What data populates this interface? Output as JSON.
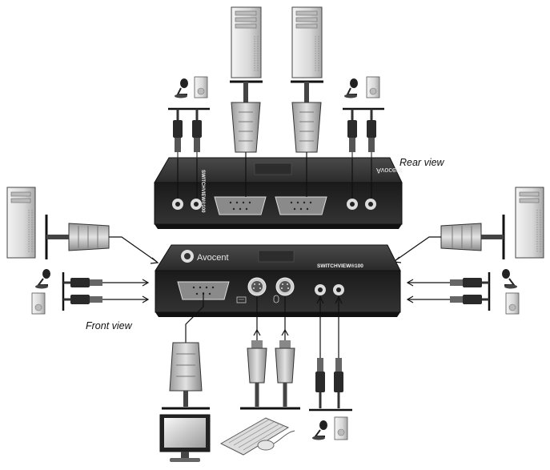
{
  "labels": {
    "rear_view": "Rear view",
    "front_view": "Front view"
  },
  "device": {
    "brand": "Avocent",
    "model": "SWITCHVIEW®100",
    "rear_model": "SWITCHVIEW®100",
    "rear_brand": "Avocent"
  },
  "icons": [
    "computer-tower-icon",
    "microphone-icon",
    "speaker-icon",
    "monitor-icon",
    "keyboard-icon",
    "mouse-icon"
  ],
  "colors": {
    "device_body": "#1e1e1e",
    "device_top": "#3a3a3a",
    "cable": "#555555",
    "line": "#111111"
  }
}
